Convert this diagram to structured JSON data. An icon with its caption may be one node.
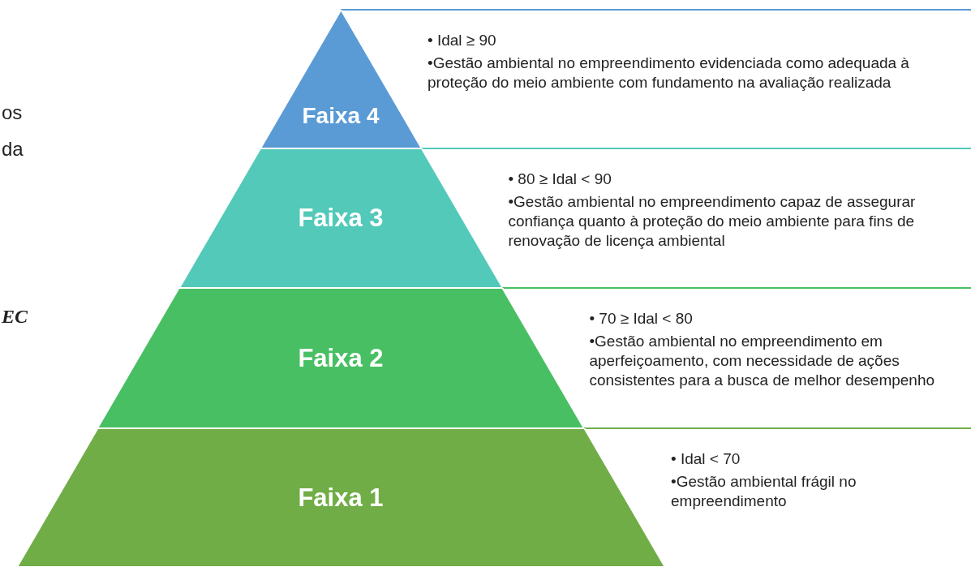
{
  "diagram": {
    "nodes": [
      {
        "text": [
          "Faixa 4"
        ],
        "beside": [
          "• Idal ≥ 90",
          "•Gestão ambiental no empreendimento evidenciada como adequada à proteção do meio ambiente com fundamento na avaliação realizada"
        ]
      },
      {
        "text": [
          "Faixa 3"
        ],
        "beside": [
          "• 80 ≥ Idal < 90",
          "•Gestão ambiental no empreendimento capaz de assegurar confiança quanto à proteção do meio ambiente para fins de renovação de licença ambiental"
        ]
      },
      {
        "text": [
          "Faixa 2"
        ],
        "beside": [
          "• 70 ≥ Idal < 80",
          "•Gestão ambiental no empreendimento em aperfeiçoamento, com necessidade de ações consistentes para a busca de melhor desempenho"
        ]
      },
      {
        "text": [
          "Faixa 1"
        ],
        "beside": [
          "• Idal < 70",
          "•Gestão ambiental frágil no empreendimento"
        ]
      }
    ],
    "labels": [
      "os",
      "da",
      "EC"
    ]
  }
}
